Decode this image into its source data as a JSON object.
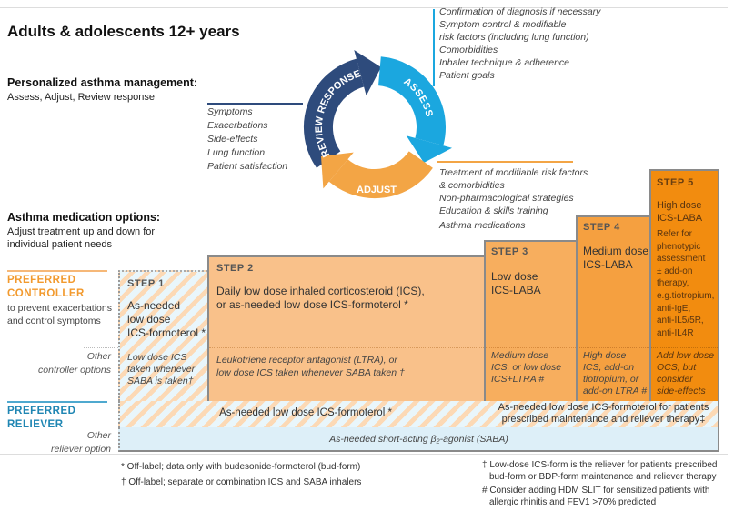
{
  "title": "Adults & adolescents 12+ years",
  "management": {
    "heading": "Personalized asthma management:",
    "sub": "Assess, Adjust, Review response"
  },
  "cycle": {
    "review": "REVIEW RESPONSE",
    "assess": "ASSESS",
    "adjust": "ADJUST",
    "colors": {
      "review": "#2e4b7c",
      "assess": "#1ba7df",
      "adjust": "#f3a545"
    }
  },
  "review_items": [
    "Symptoms",
    "Exacerbations",
    "Side-effects",
    "Lung function",
    "Patient satisfaction"
  ],
  "assess_items": [
    "Confirmation of diagnosis if necessary",
    "Symptom control & modifiable",
    "risk factors (including lung function)",
    "Comorbidities",
    "Inhaler technique & adherence",
    "Patient goals"
  ],
  "adjust_items": [
    "Treatment of modifiable risk factors",
    "& comorbidities",
    "Non-pharmacological strategies",
    "Education & skills training",
    "Asthma medications"
  ],
  "medication": {
    "heading": "Asthma medication options:",
    "sub1": "Adjust treatment up and down for",
    "sub2": "individual patient needs"
  },
  "rows": {
    "preferred_controller": [
      "PREFERRED",
      "CONTROLLER"
    ],
    "controller_desc": [
      "to prevent exacerbations",
      "and control symptoms"
    ],
    "other_controller": [
      "Other",
      "controller options"
    ],
    "preferred_reliever": [
      "PREFERRED",
      "RELIEVER"
    ],
    "other_reliever": [
      "Other",
      "reliever option"
    ]
  },
  "steps": [
    {
      "label": "STEP 1",
      "preferred": [
        "As-needed",
        "low dose",
        "ICS-formoterol *"
      ],
      "other": [
        "Low dose ICS",
        "taken whenever",
        "SABA is taken†"
      ]
    },
    {
      "label": "STEP 2",
      "preferred": [
        "Daily low dose inhaled corticosteroid (ICS),",
        "or as-needed low dose ICS-formoterol *"
      ],
      "other": [
        "Leukotriene receptor antagonist (LTRA), or",
        "low dose ICS taken whenever SABA taken †"
      ]
    },
    {
      "label": "STEP 3",
      "preferred": [
        "Low dose",
        "ICS-LABA"
      ],
      "other": [
        "Medium dose",
        "ICS, or low dose",
        "ICS+LTRA #"
      ]
    },
    {
      "label": "STEP 4",
      "preferred": [
        "Medium dose",
        "ICS-LABA"
      ],
      "other": [
        "High dose",
        "ICS, add-on",
        "tiotropium, or",
        "add-on LTRA #"
      ]
    },
    {
      "label": "STEP 5",
      "preferred": [
        "High dose",
        "ICS-LABA"
      ],
      "refer": [
        "Refer for",
        "phenotypic",
        "assessment",
        "± add-on",
        "therapy,",
        "e.g.tiotropium,",
        "anti-IgE,",
        "anti-IL5/5R,",
        "anti-IL4R"
      ],
      "other": [
        "Add low dose",
        "OCS, but",
        "consider",
        "side-effects"
      ]
    }
  ],
  "reliever": {
    "left": "As-needed low dose ICS-formoterol *",
    "right": [
      "As-needed low dose ICS-formoterol for patients",
      "prescribed maintenance and reliever therapy‡"
    ],
    "saba": "As-needed short-acting β₂-agonist (SABA)"
  },
  "footnotes": {
    "left": [
      "*  Off-label; data only with budesonide-formoterol (bud-form)",
      "† Off-label; separate or combination ICS and SABA inhalers"
    ],
    "right": [
      "‡ Low-dose ICS-form is the reliever for patients prescribed",
      "bud-form or BDP-form maintenance and reliever therapy",
      "# Consider adding HDM SLIT for sensitized patients with",
      "allergic rhinitis and FEV1 >70% predicted"
    ]
  }
}
